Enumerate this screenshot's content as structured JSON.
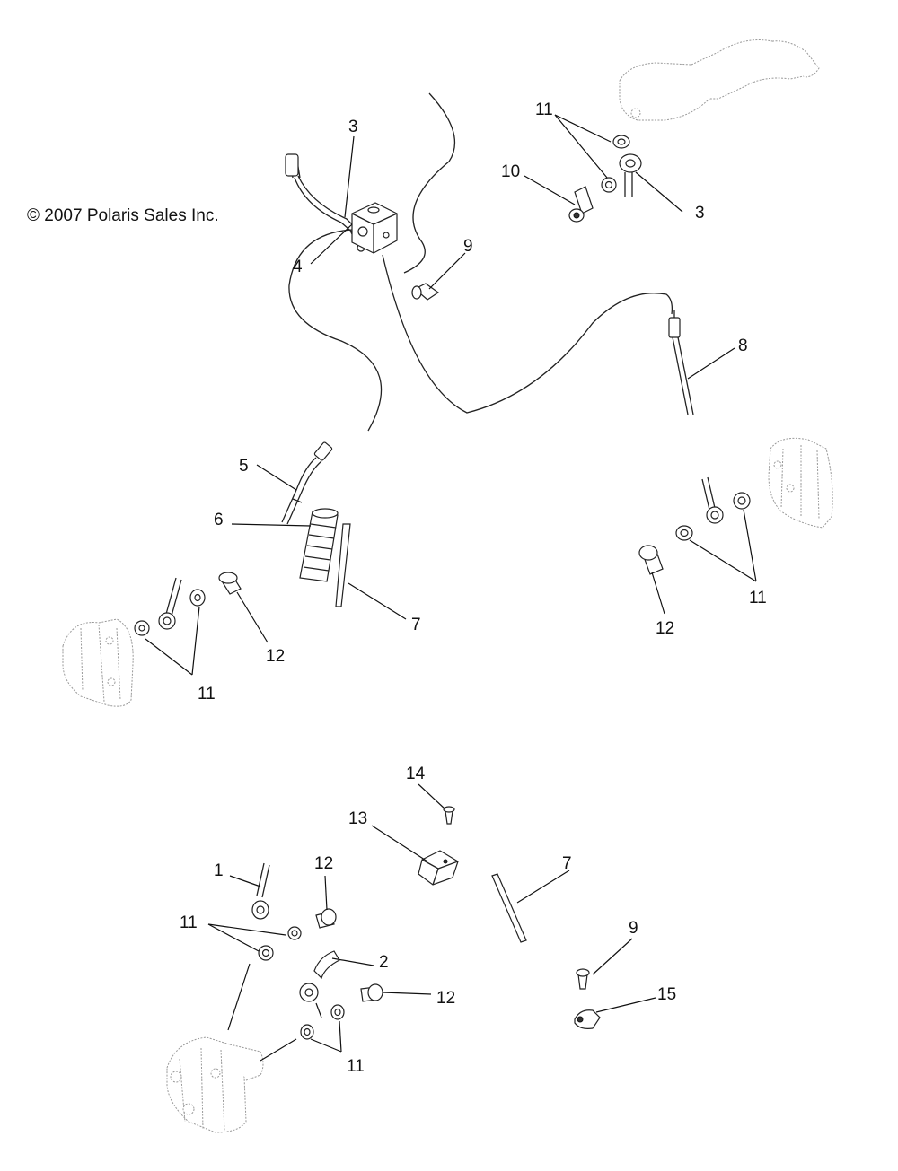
{
  "copyright": "© 2007 Polaris Sales Inc.",
  "callouts": [
    {
      "id": "c3a",
      "text": "3"
    },
    {
      "id": "c4",
      "text": "4"
    },
    {
      "id": "c9a",
      "text": "9"
    },
    {
      "id": "c11a",
      "text": "11"
    },
    {
      "id": "c10",
      "text": "10"
    },
    {
      "id": "c3b",
      "text": "3"
    },
    {
      "id": "c8",
      "text": "8"
    },
    {
      "id": "c5",
      "text": "5"
    },
    {
      "id": "c6",
      "text": "6"
    },
    {
      "id": "c7a",
      "text": "7"
    },
    {
      "id": "c12a",
      "text": "12"
    },
    {
      "id": "c11b",
      "text": "11"
    },
    {
      "id": "c11c",
      "text": "11"
    },
    {
      "id": "c12b",
      "text": "12"
    },
    {
      "id": "c14",
      "text": "14"
    },
    {
      "id": "c13",
      "text": "13"
    },
    {
      "id": "c7b",
      "text": "7"
    },
    {
      "id": "c1",
      "text": "1"
    },
    {
      "id": "c12c",
      "text": "12"
    },
    {
      "id": "c11d",
      "text": "11"
    },
    {
      "id": "c9b",
      "text": "9"
    },
    {
      "id": "c2",
      "text": "2"
    },
    {
      "id": "c12d",
      "text": "12"
    },
    {
      "id": "c15",
      "text": "15"
    },
    {
      "id": "c11e",
      "text": "11"
    }
  ]
}
